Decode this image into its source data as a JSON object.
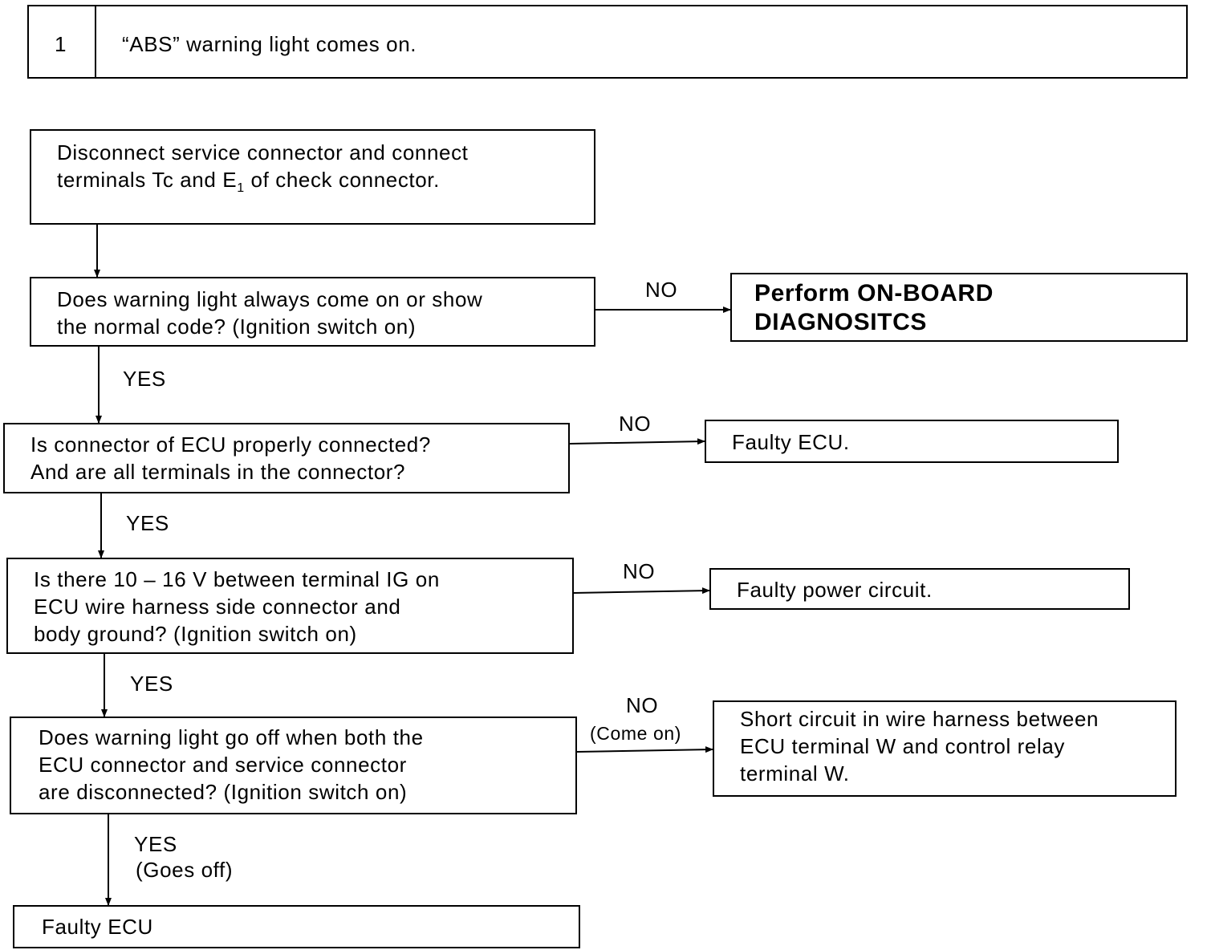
{
  "header": {
    "number": "1",
    "title": "“ABS” warning light comes on."
  },
  "steps": {
    "step1": "Disconnect service connector and connect\nterminals Tc and E",
    "step1_sub": "1",
    "step1_tail": " of check connector.",
    "q1": "Does warning light always come on or show\nthe normal code? (Ignition switch on)",
    "q2": "Is connector of ECU properly connected?\nAnd are all terminals in the connector?",
    "q3": "Is there 10 – 16 V between terminal IG on\nECU wire harness side connector and\nbody ground? (Ignition switch on)",
    "q4": "Does warning light go off when both the\nECU connector and service connector\nare disconnected? (Ignition switch on)"
  },
  "results": {
    "r1": "Perform ON-BOARD\nDIAGNOSITCS",
    "r2": "Faulty ECU.",
    "r3": "Faulty power circuit.",
    "r4": "Short circuit in wire harness between\nECU terminal W and control relay\nterminal W.",
    "r5": "Faulty ECU"
  },
  "labels": {
    "no1": "NO",
    "yes1": "YES",
    "no2": "NO",
    "yes2": "YES",
    "no3": "NO",
    "yes3": "YES",
    "no4": "NO",
    "no4_note": "(Come on)",
    "yes4": "YES",
    "yes4_note": "(Goes off)"
  }
}
